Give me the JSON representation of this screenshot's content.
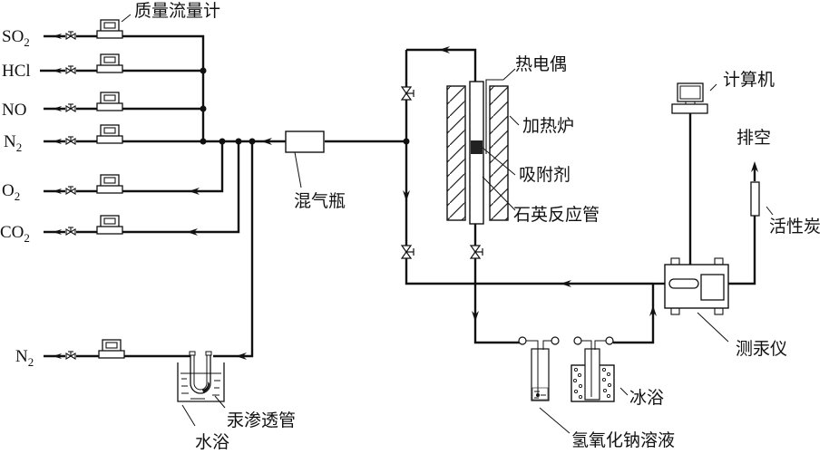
{
  "title": "汞吸附实验装置流程示意图",
  "colors": {
    "line": "#111111",
    "fill": "#ffffff",
    "hatch": "#222222"
  },
  "gas_inputs": [
    {
      "id": "so2",
      "base": "SO",
      "sub": "2"
    },
    {
      "id": "hcl",
      "base": "HCl",
      "sub": ""
    },
    {
      "id": "no",
      "base": "NO",
      "sub": ""
    },
    {
      "id": "n2",
      "base": "N",
      "sub": "2"
    },
    {
      "id": "o2",
      "base": "O",
      "sub": "2"
    },
    {
      "id": "co2",
      "base": "CO",
      "sub": "2"
    },
    {
      "id": "n2-carrier",
      "base": "N",
      "sub": "2"
    }
  ],
  "labels": {
    "mass_flow_meter": "质量流量计",
    "gas_mixing_bottle": "混气瓶",
    "thermocouple": "热电偶",
    "heating_furnace": "加热炉",
    "adsorbent": "吸附剂",
    "quartz_reactor": "石英反应管",
    "computer": "计算机",
    "vent": "排空",
    "activated_carbon": "活性炭",
    "mercury_analyzer": "测汞仪",
    "ice_bath": "冰浴",
    "naoh_solution": "氢氧化钠溶液",
    "mercury_permeation_tube": "汞渗透管",
    "water_bath": "水浴"
  },
  "icons": {
    "flow_meter": "mass-flow-meter-icon",
    "valve": "needle-valve-icon",
    "arrow": "flow-arrow-icon",
    "junction": "junction-dot-icon"
  }
}
